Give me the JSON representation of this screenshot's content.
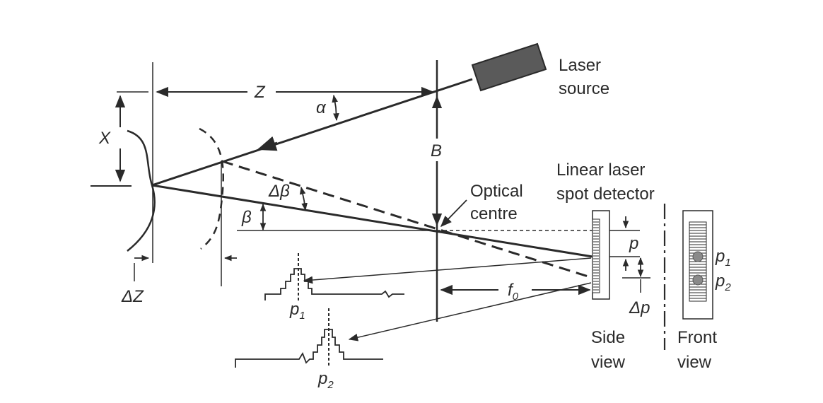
{
  "labels": {
    "laser_source_1": "Laser",
    "laser_source_2": "source",
    "z": "Z",
    "x": "X",
    "alpha": "α",
    "b": "B",
    "delta_beta": "Δβ",
    "beta": "β",
    "optical_centre_1": "Optical",
    "optical_centre_2": "centre",
    "detector_1": "Linear laser",
    "detector_2": "spot detector",
    "p": "p",
    "delta_p": "Δp",
    "f0_main": "f",
    "f0_sub": "0",
    "delta_z": "ΔZ",
    "p1_main": "p",
    "p1_sub": "1",
    "p2_main": "p",
    "p2_sub": "2",
    "side_view_1": "Side",
    "side_view_2": "view",
    "front_view_1": "Front",
    "front_view_2": "view",
    "front_p1_main": "p",
    "front_p1_sub": "1",
    "front_p2_main": "p",
    "front_p2_sub": "2"
  },
  "colors": {
    "line": "#2a2a2a",
    "laser_body": "#5a5a5a",
    "spot": "#8a8a8a"
  }
}
